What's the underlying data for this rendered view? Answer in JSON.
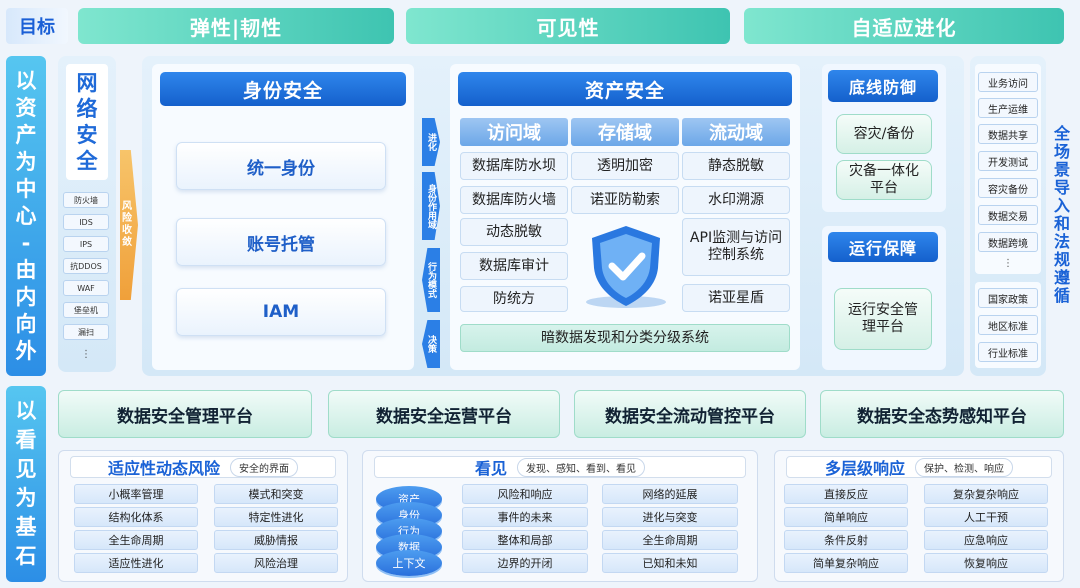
{
  "goals": {
    "label": "目标",
    "items": [
      "弹性|韧性",
      "可见性",
      "自适应进化"
    ]
  },
  "left_titles": {
    "top": [
      "以",
      "资",
      "产",
      "为",
      "中",
      "心",
      "-",
      "由",
      "内",
      "向",
      "外"
    ],
    "bottom": [
      "以",
      "看",
      "见",
      "为",
      "基",
      "石"
    ]
  },
  "network": {
    "title": [
      "网",
      "络",
      "安",
      "全"
    ],
    "items": [
      "防火墙",
      "IDS",
      "IPS",
      "抗DDOS",
      "WAF",
      "堡垒机",
      "漏扫",
      "⋮"
    ],
    "arrow": [
      "风",
      "险",
      "收",
      "敛"
    ]
  },
  "identity": {
    "title": "身份安全",
    "cards": [
      "统一身份",
      "账号托管",
      "IAM"
    ]
  },
  "connectors": [
    "进化",
    "身份作用域",
    "行为模式",
    "决策"
  ],
  "asset": {
    "title": "资产安全",
    "zones": [
      "访问域",
      "存储域",
      "流动域"
    ],
    "col1": [
      "数据库防水坝",
      "数据库防火墙",
      "动态脱敏",
      "数据库审计",
      "防统方"
    ],
    "col2": [
      "透明加密",
      "诺亚防勒索"
    ],
    "col3": [
      "静态脱敏",
      "水印溯源",
      "API监测与访问控制系统",
      "诺亚星盾"
    ],
    "bottom": "暗数据发现和分类分级系统"
  },
  "baseline": {
    "title": "底线防御",
    "items": [
      "容灾/备份",
      "灾备一体化平台"
    ]
  },
  "ops": {
    "title": "运行保障",
    "item": "运行安全管理平台"
  },
  "scenes": {
    "group1": [
      "业务访问",
      "生产运维",
      "数据共享",
      "开发测试",
      "容灾备份",
      "数据交易",
      "数据跨境",
      "⋮"
    ],
    "group2": [
      "国家政策",
      "地区标准",
      "行业标准"
    ],
    "vertical": [
      "全",
      "场",
      "景",
      "导",
      "入",
      "和",
      "法",
      "规",
      "遵",
      "循"
    ]
  },
  "platforms": [
    "数据安全管理平台",
    "数据安全运营平台",
    "数据安全流动管控平台",
    "数据安全态势感知平台"
  ],
  "risk": {
    "title": "适应性动态风险",
    "sub": "安全的界面",
    "items": [
      "小概率管理",
      "模式和突变",
      "结构化体系",
      "特定性进化",
      "全生命周期",
      "威胁情报",
      "适应性进化",
      "风险治理"
    ]
  },
  "see": {
    "title": "看见",
    "sub": "发现、感知、看到、看见",
    "stack": [
      "资产",
      "身份",
      "行为",
      "数据",
      "上下文"
    ],
    "items": [
      "风险和响应",
      "网络的延展",
      "事件的未来",
      "进化与突变",
      "整体和局部",
      "全生命周期",
      "边界的开闭",
      "已知和未知"
    ]
  },
  "response": {
    "title": "多层级响应",
    "sub": "保护、检测、响应",
    "items": [
      "直接反应",
      "复杂复杂响应",
      "简单响应",
      "人工干预",
      "条件反射",
      "应急响应",
      "简单复杂响应",
      "恢复响应"
    ]
  }
}
